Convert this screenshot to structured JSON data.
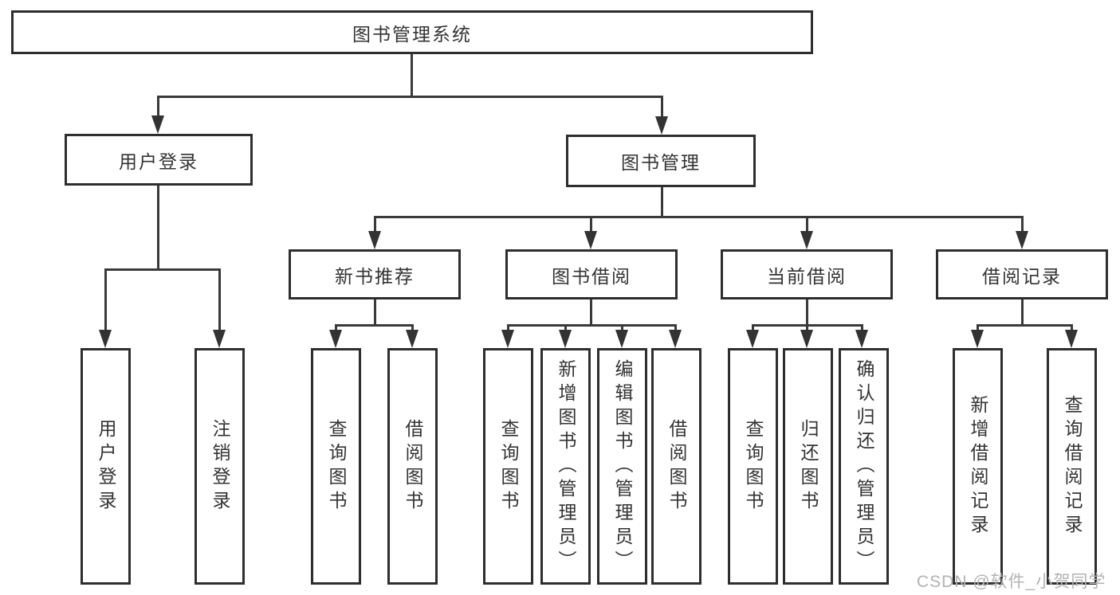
{
  "tree": {
    "root": {
      "label": "图书管理系统"
    },
    "level2": [
      {
        "label": "用户登录"
      },
      {
        "label": "图书管理"
      }
    ],
    "level3": [
      {
        "label": "新书推荐"
      },
      {
        "label": "图书借阅"
      },
      {
        "label": "当前借阅"
      },
      {
        "label": "借阅记录"
      }
    ],
    "leaves": {
      "user_login": [
        "用户登录",
        "注销登录"
      ],
      "new_book": [
        "查询图书",
        "借阅图书"
      ],
      "book_borrow": [
        "查询图书",
        "新增图书（管理员）",
        "编辑图书（管理员）",
        "借阅图书"
      ],
      "current_borrow": [
        "查询图书",
        "归还图书",
        "确认归还（管理员）"
      ],
      "borrow_records": [
        "新增借阅记录",
        "查询借阅记录"
      ]
    }
  },
  "watermark": "CSDN @软件_小贺同学",
  "colors": {
    "line": "#3a3a3a",
    "box_border": "#2e2e2e",
    "box_fill": "#ffffff",
    "text": "#333333",
    "watermark": "#b3b3b3",
    "background": "#ffffff"
  }
}
